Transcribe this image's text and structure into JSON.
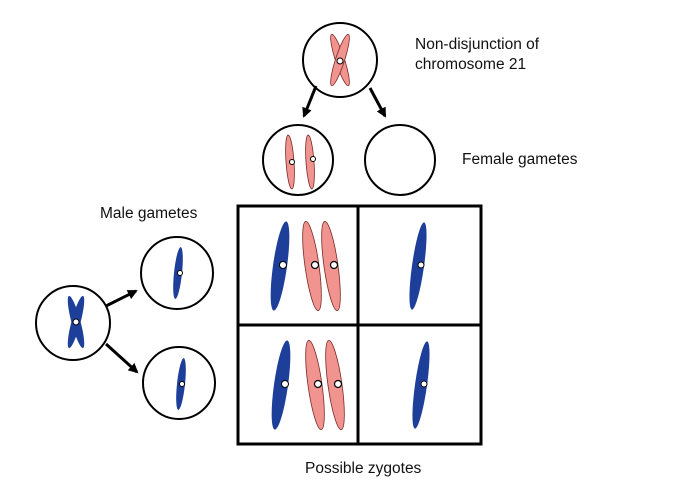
{
  "labels": {
    "nondisjunction_line1": "Non-disjunction of",
    "nondisjunction_line2": "chromosome 21",
    "female_gametes": "Female gametes",
    "male_gametes": "Male gametes",
    "possible_zygotes": "Possible zygotes"
  },
  "colors": {
    "maternal_chromosome": "#f1938f",
    "paternal_chromosome": "#1d3f9a",
    "outline": "#000000",
    "background": "#ffffff"
  }
}
